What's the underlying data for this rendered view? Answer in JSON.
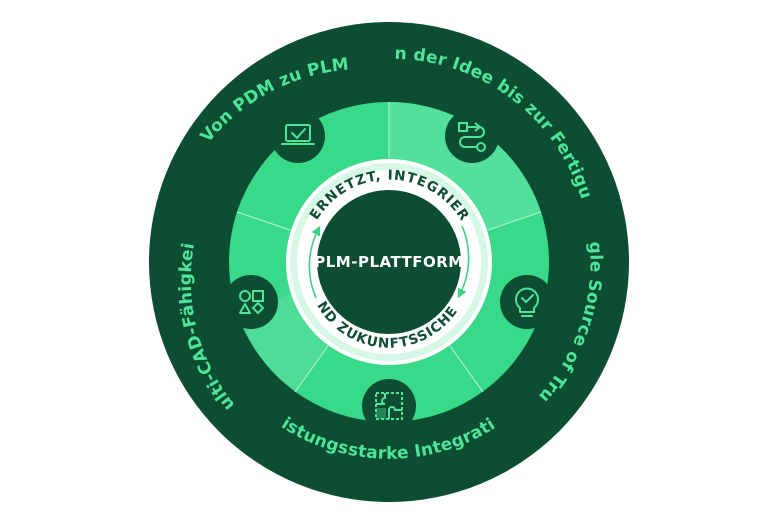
{
  "center": {
    "title": "PLM-PLATTFORM",
    "arc_top": "VERNETZT, INTEGRIERT",
    "arc_bottom": "UND ZUKUNFTSSICHER."
  },
  "outer_labels": {
    "pdm_to_plm": "Von PDM zu PLM",
    "idea_to_production": "Von der Idee bis zur Fertigung",
    "single_source": "Single Source of Truth",
    "integration": "Leistungsstarke Integration",
    "multi_cad": "Multi-CAD-Fähigkeit"
  },
  "icons": [
    "laptop-check-icon",
    "process-flow-icon",
    "lightbulb-check-icon",
    "puzzle-icon",
    "shapes-icon"
  ],
  "colors": {
    "dark_green": "#0d4d32",
    "mid_green": "#39d98a",
    "light_green": "#c6f5dd",
    "label_green": "#4ee59b",
    "white": "#ffffff"
  }
}
